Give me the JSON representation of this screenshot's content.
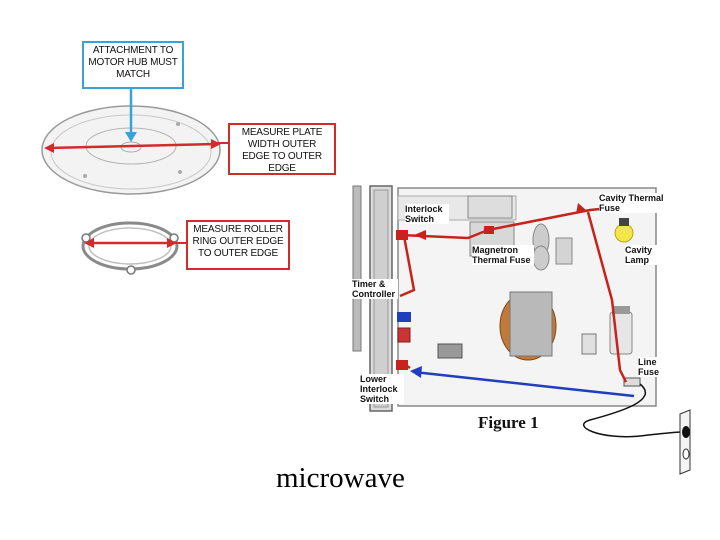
{
  "callouts": {
    "attachment": "ATTACHMENT TO MOTOR HUB MUST MATCH",
    "measure_plate": "MEASURE PLATE WIDTH OUTER EDGE TO OUTER EDGE",
    "measure_roller": "MEASURE ROLLER RING OUTER EDGE TO OUTER EDGE"
  },
  "diagram_labels": {
    "interlock_switch": "Interlock Switch",
    "cavity_thermal_fuse": "Cavity Thermal Fuse",
    "magnetron_thermal_fuse": "Magnetron Thermal Fuse",
    "cavity_lamp": "Cavity Lamp",
    "timer_controller": "Timer & Controller",
    "line_fuse": "Line Fuse",
    "lower_interlock_switch": "Lower Interlock Switch"
  },
  "figure_title": "Figure 1",
  "caption": "microwave",
  "colors": {
    "callout_blue": "#3aa2d6",
    "callout_red": "#d22b2b",
    "wire_red": "#c7231c",
    "wire_blue": "#1f3fbf"
  }
}
